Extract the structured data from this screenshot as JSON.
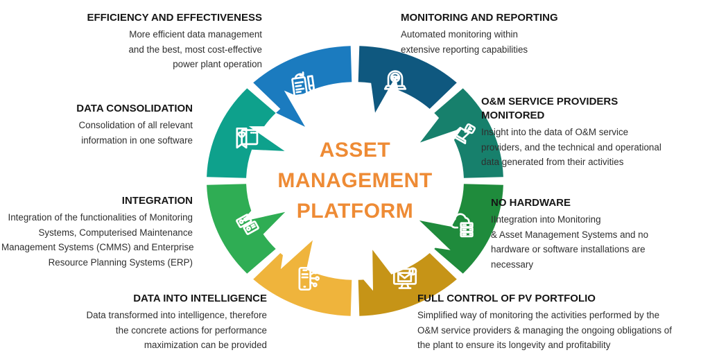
{
  "center": {
    "lines": [
      "ASSET",
      "MANAGEMENT",
      "PLATFORM"
    ],
    "color": "#EE8B35"
  },
  "icon_stroke_color": "#FFFFFF",
  "segments": [
    {
      "id": "efficiency",
      "title": [
        "EFFICIENCY AND EFFECTIVENESS"
      ],
      "description": [
        "More efficient data management",
        "and the best, most cost-effective",
        "power plant operation"
      ],
      "color": "#1B7BBF",
      "icon": "document-pencil-icon"
    },
    {
      "id": "monitoring",
      "title": [
        "MONITORING AND REPORTING"
      ],
      "description": [
        "Automated monitoring within",
        "extensive reporting capabilities"
      ],
      "color": "#0F587F",
      "icon": "laptop-video-call-icon"
    },
    {
      "id": "om",
      "title": [
        "O&M SERVICE PROVIDERS",
        "MONITORED"
      ],
      "description": [
        "Insight into the data of O&M service",
        "providers, and the technical and operational",
        "data generated from their activities"
      ],
      "color": "#17806C",
      "icon": "laptop-play-icon"
    },
    {
      "id": "nohardware",
      "title": [
        "NO HARDWARE"
      ],
      "description": [
        "IIntegration into Monitoring",
        "& Asset Management Systems and no",
        "hardware or software installations are",
        "necessary"
      ],
      "color": "#1F8B3C",
      "icon": "cloud-server-icon"
    },
    {
      "id": "fullcontrol",
      "title": [
        "FULL CONTROL OF PV PORTFOLIO"
      ],
      "description": [
        "Simplified way of monitoring the activities performed by the",
        "O&M service providers & managing the ongoing obligations of",
        "the plant to ensure its longevity and profitability"
      ],
      "color": "#C69417",
      "icon": "monitor-mail-icon"
    },
    {
      "id": "dataintel",
      "title": [
        "DATA INTO INTELLIGENCE"
      ],
      "description": [
        "Data transformed into intelligence, therefore",
        "the concrete actions for performance",
        "maximization can be provided"
      ],
      "color": "#EFB43C",
      "icon": "phone-network-icon"
    },
    {
      "id": "integration",
      "title": [
        "INTEGRATION"
      ],
      "description": [
        "Integration of the functionalities of Monitoring",
        "Systems, Computerised Maintenance",
        "Management Systems (CMMS) and Enterprise",
        "Resource Planning Systems (ERP)"
      ],
      "color": "#2FAD54",
      "icon": "banknotes-icon"
    },
    {
      "id": "dataconsol",
      "title": [
        "DATA CONSOLIDATION"
      ],
      "description": [
        "Consolidation of all relevant",
        "information in one software"
      ],
      "color": "#0EA18C",
      "icon": "bookmark-heart-icon"
    }
  ]
}
